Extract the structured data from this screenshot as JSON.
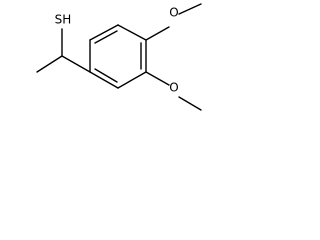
{
  "molecule": {
    "atom_labels": {
      "thiol": "SH",
      "methoxy_top_oxygen": "O",
      "methoxy_right_oxygen": "O"
    }
  }
}
